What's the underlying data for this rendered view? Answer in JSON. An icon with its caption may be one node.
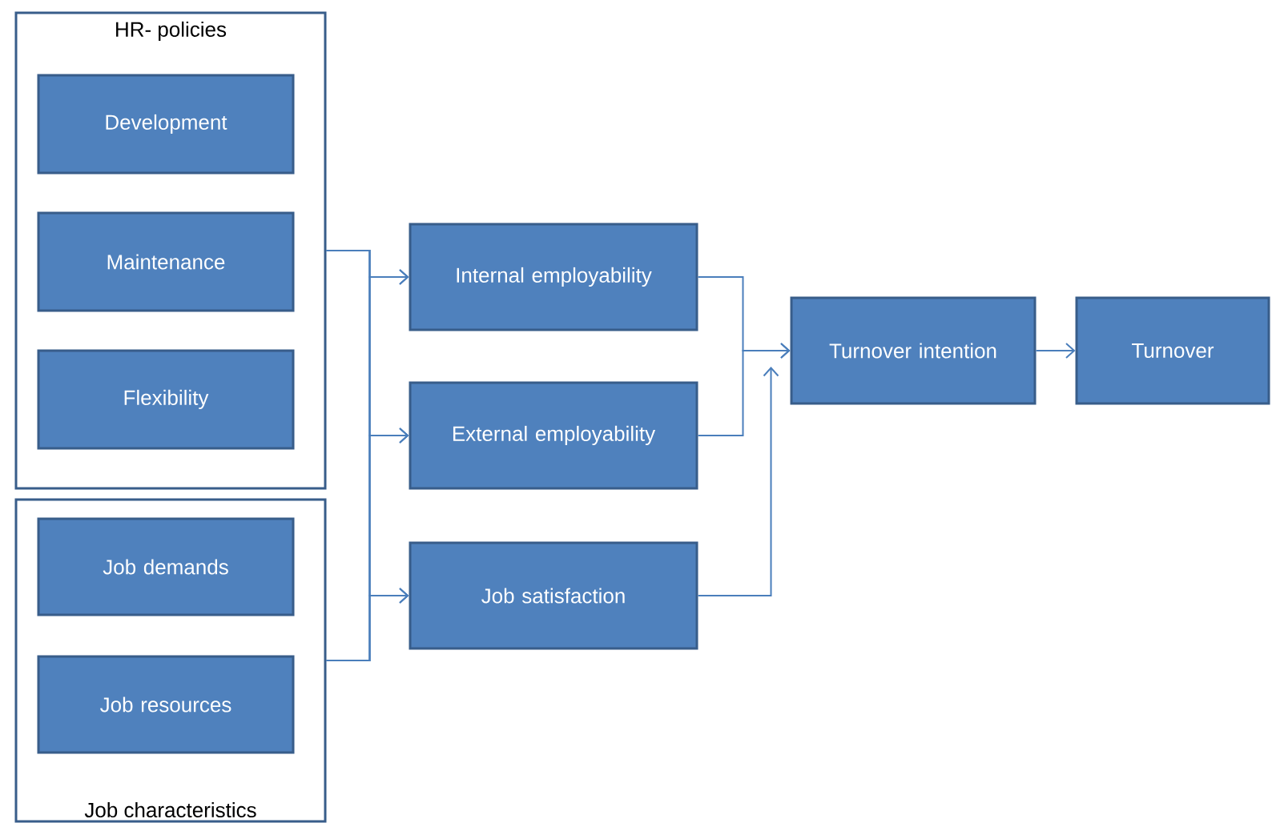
{
  "diagram": {
    "nodes": [
      {
        "text": [
          "HR- policies"
        ]
      },
      {
        "text": [
          "Development"
        ],
        "in": 0
      },
      {
        "text": [
          "Maintenance"
        ],
        "in": 0
      },
      {
        "text": [
          "Flexibility"
        ],
        "in": 0
      },
      {
        "text": [
          "Job characteristics"
        ]
      },
      {
        "text": [
          "Job demands"
        ],
        "in": 4
      },
      {
        "text": [
          "Job resources"
        ],
        "in": 4
      },
      {
        "text": [
          "Internal employability"
        ]
      },
      {
        "text": [
          "External employability"
        ]
      },
      {
        "text": [
          "Job satisfaction"
        ]
      },
      {
        "text": [
          "Turnover intention"
        ]
      },
      {
        "text": [
          "Turnover"
        ]
      }
    ],
    "edges": [
      {
        "from": 0,
        "to": 7,
        "arrow": "to"
      },
      {
        "from": 0,
        "to": 8,
        "arrow": "to"
      },
      {
        "from": 0,
        "to": 9,
        "arrow": "to"
      },
      {
        "from": 4,
        "to": 7,
        "arrow": "to"
      },
      {
        "from": 4,
        "to": 8,
        "arrow": "to"
      },
      {
        "from": 4,
        "to": 9,
        "arrow": "to"
      },
      {
        "from": 7,
        "to": 10,
        "arrow": "to"
      },
      {
        "from": 8,
        "to": 10,
        "arrow": "to"
      },
      {
        "from": 9,
        "to": 10,
        "arrow": "to"
      },
      {
        "from": 10,
        "to": 11,
        "arrow": "to"
      }
    ]
  }
}
